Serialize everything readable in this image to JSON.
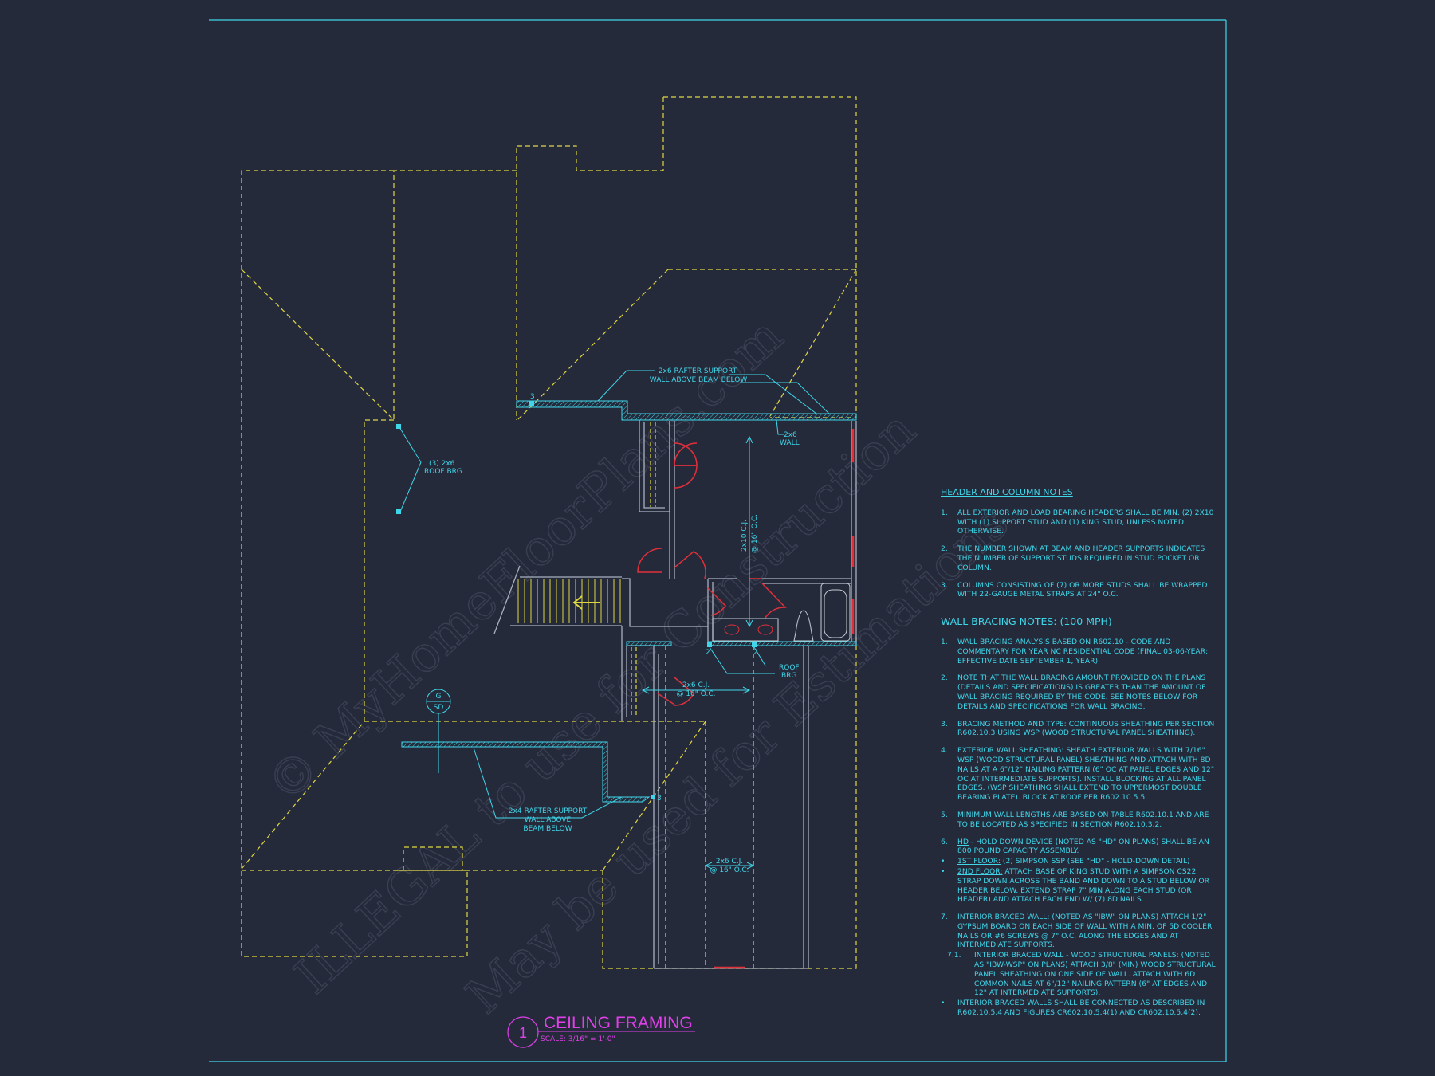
{
  "watermark": {
    "line1": "© MyHomeFloorPlans.com",
    "line2": "ILLEGAL to use for Construction",
    "line3": "May be used for Estimations"
  },
  "plan_labels": {
    "rafter_top_1": "2x6 RAFTER SUPPORT",
    "rafter_top_2": "WALL ABOVE BEAM BELOW",
    "wall_1": "2x6",
    "wall_2": "WALL",
    "roof_brg_1": "(3) 2x6",
    "roof_brg_2": "ROOF BRG",
    "cj_vert_1": "2x10 C.J.",
    "cj_vert_2": "@ 16\" O.C.",
    "roof_brg_right_1": "ROOF",
    "roof_brg_right_2": "BRG",
    "cj_mid_1": "2x6 C.J.",
    "cj_mid_2": "@ 16\" O.C.",
    "section_top": "G",
    "section_bottom": "SD",
    "rafter_bot_1": "2x4 RAFTER SUPPORT",
    "rafter_bot_2": "WALL ABOVE",
    "rafter_bot_3": "BEAM BELOW",
    "cj_low_1": "2x6 C.J.",
    "cj_low_2": "@ 16\" O.C.",
    "studs_3a": "3",
    "studs_3b": "3",
    "studs_2a": "2",
    "studs_2b": "2"
  },
  "title": {
    "number": "1",
    "name": "CEILING FRAMING",
    "scale": "SCALE: 3/16\" = 1'-0\""
  },
  "header_notes": {
    "heading": "HEADER AND COLUMN NOTES",
    "items": [
      {
        "n": "1.",
        "text": "ALL EXTERIOR AND LOAD BEARING HEADERS SHALL BE MIN. (2) 2x10 WITH (1) SUPPORT STUD AND (1) KING STUD, UNLESS NOTED OTHERWISE."
      },
      {
        "n": "2.",
        "text": "THE NUMBER SHOWN AT BEAM AND HEADER SUPPORTS INDICATES THE NUMBER OF SUPPORT STUDS REQUIRED IN STUD POCKET OR COLUMN."
      },
      {
        "n": "3.",
        "text": "COLUMNS CONSISTING OF (7) OR MORE STUDS SHALL BE WRAPPED WITH 22-GAUGE METAL STRAPS AT 24\" O.C."
      }
    ]
  },
  "bracing_notes": {
    "heading": "WALL BRACING NOTES: (100 MPH)",
    "items": [
      {
        "n": "1.",
        "text": "WALL BRACING ANALYSIS BASED ON R602.10 - CODE AND COMMENTARY FOR YEAR NC RESIDENTIAL CODE (FINAL 03-06-YEAR; EFFECTIVE DATE SEPTEMBER 1, YEAR)."
      },
      {
        "n": "2.",
        "text": "NOTE THAT THE WALL BRACING AMOUNT PROVIDED ON THE PLANS (DETAILS AND SPECIFICATIONS) IS GREATER THAN THE AMOUNT OF WALL BRACING REQUIRED BY THE CODE. SEE NOTES BELOW FOR DETAILS AND SPECIFICATIONS FOR WALL BRACING."
      },
      {
        "n": "3.",
        "text": "BRACING METHOD AND TYPE: CONTINUOUS SHEATHING PER SECTION R602.10.3 USING WSP (WOOD STRUCTURAL PANEL SHEATHING)."
      },
      {
        "n": "4.",
        "text": "EXTERIOR WALL SHEATHING: SHEATH EXTERIOR WALLS WITH 7/16\" WSP (WOOD STRUCTURAL PANEL) SHEATHING AND ATTACH WITH 8d NAILS AT A 6\"/12\" NAILING PATTERN (6\" OC AT PANEL EDGES AND 12\" OC AT INTERMEDIATE SUPPORTS). INSTALL BLOCKING AT ALL PANEL EDGES. (WSP SHEATHING SHALL EXTEND TO UPPERMOST DOUBLE BEARING PLATE). BLOCK AT ROOF PER R602.10.5.5."
      },
      {
        "n": "5.",
        "text": "MINIMUM WALL LENGTHS ARE BASED ON TABLE R602.10.1 AND ARE TO BE LOCATED AS SPECIFIED IN SECTION R602.10.3.2."
      },
      {
        "n": "6.",
        "lead": "HD",
        "text": " - HOLD DOWN DEVICE (NOTED AS \"HD\" ON PLANS) SHALL BE AN 800 POUND CAPACITY ASSEMBLY."
      },
      {
        "n": "7.",
        "text": "INTERIOR BRACED WALL: (NOTED AS \"IBW\" ON PLANS) ATTACH 1/2\" GYPSUM BOARD ON EACH SIDE OF WALL WITH A MIN. OF 5d COOLER NAILS OR #6 SCREWS @ 7\" O.C. ALONG THE EDGES AND AT INTERMEDIATE SUPPORTS."
      }
    ],
    "sub6a_lead": "1ST FLOOR:",
    "sub6a": " (2) SIMPSON SSP (SEE \"HD\" - HOLD-DOWN DETAIL)",
    "sub6b_lead": "2ND FLOOR:",
    "sub6b": " ATTACH BASE OF KING STUD WITH A SIMPSON CS22 STRAP DOWN ACROSS THE BAND AND DOWN TO A STUD BELOW OR HEADER BELOW. EXTEND STRAP 7\" MIN ALONG EACH STUD (OR HEADER) AND ATTACH EACH END W/ (7) 8d NAILS.",
    "sub7_n": "7.1.",
    "sub7": "INTERIOR BRACED WALL - WOOD STRUCTURAL PANELS: (NOTED AS \"IBW-WSP\" ON PLANS) ATTACH 3/8\" (MIN) WOOD STRUCTURAL PANEL SHEATHING ON ONE SIDE OF WALL. ATTACH WITH 6d COMMON NAILS AT 6\"/12\" NAILING PATTERN (6\" AT EDGES AND 12\" AT INTERMEDIATE SUPPORTS).",
    "final": "INTERIOR BRACED WALLS SHALL BE CONNECTED AS DESCRIBED IN R602.10.5.4 AND FIGURES CR602.10.5.4(1) AND CR602.10.5.4(2)."
  },
  "colors": {
    "background": "#252a3b",
    "line": "#3ed6e8",
    "roof_dash": "#e0d640",
    "door": "#e0303a",
    "title": "#e040e8",
    "wall": "#a9b0be"
  }
}
